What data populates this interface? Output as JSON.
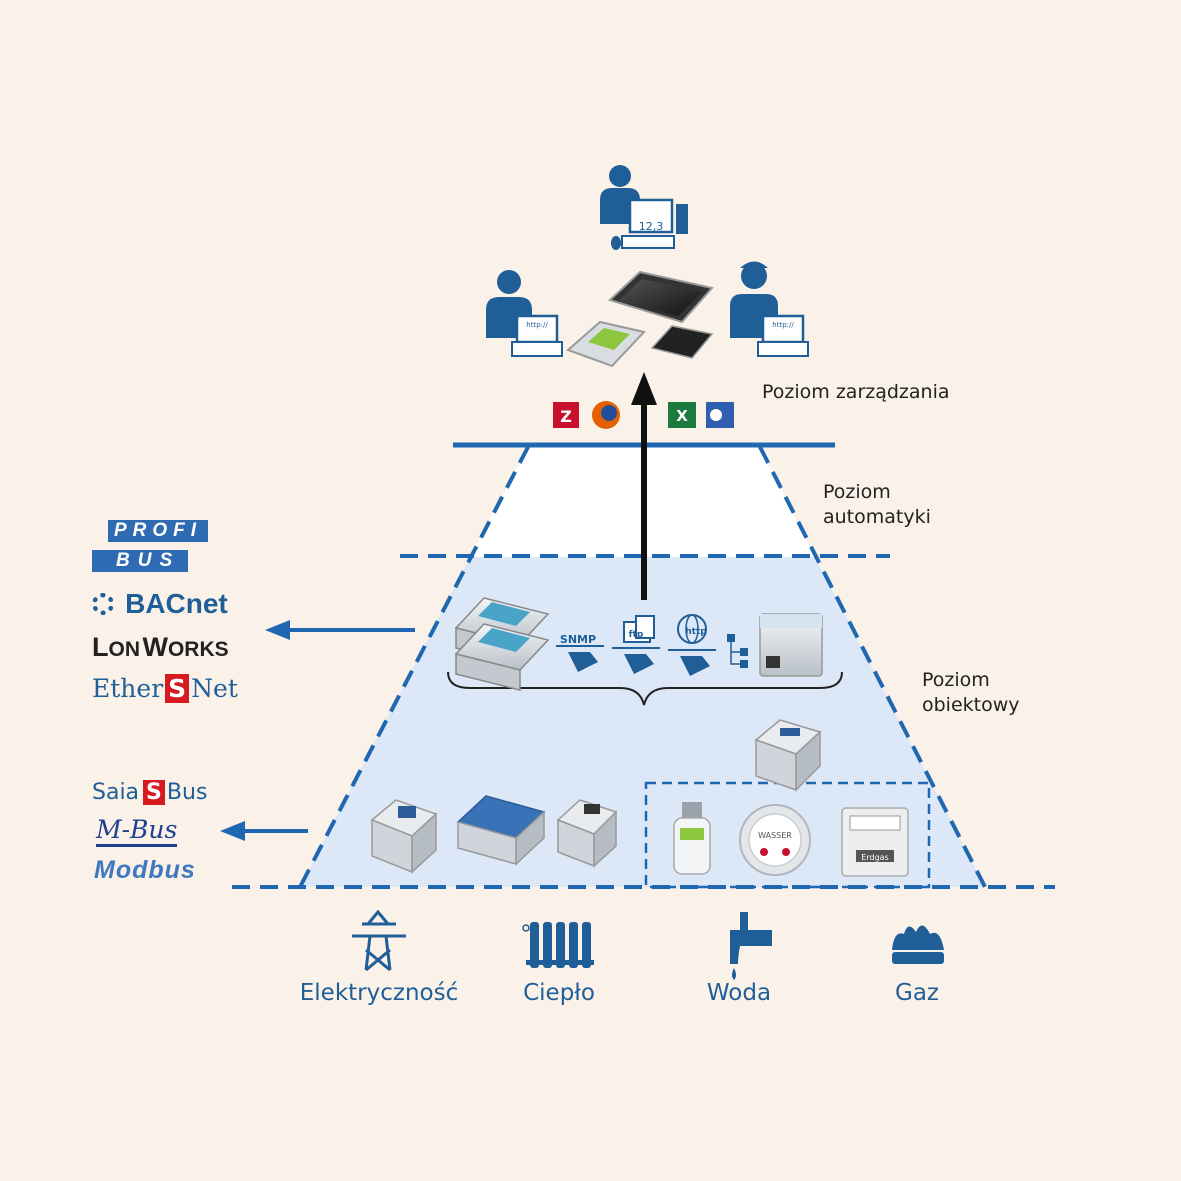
{
  "levels": {
    "management": "Poziom zarządzania",
    "automation_line1": "Poziom",
    "automation_line2": "automatyki",
    "field_line1": "Poziom",
    "field_line2": "obiektowy"
  },
  "protocols_upper": {
    "profibus_top": "PROFI",
    "profibus_bottom": "BUS",
    "bacnet": "BACnet",
    "lonworks_a": "L",
    "lonworks_b": "ON",
    "lonworks_c": "W",
    "lonworks_d": "ORKS",
    "ethersnet_a": "Ether",
    "ethersnet_b": "S",
    "ethersnet_c": "Net"
  },
  "protocols_lower": {
    "saia_a": "Saia",
    "saia_b": "S",
    "saia_c": "Bus",
    "mbus": "M-Bus",
    "modbus": "Modbus"
  },
  "services": {
    "snmp": "SNMP",
    "ftp": "ftp",
    "http": "http"
  },
  "devices": {
    "calc_value": "12,3",
    "browser_url": "http://",
    "meter_water": "WASSER",
    "meter_gas": "Erdgas"
  },
  "resources": {
    "electricity": "Elektryczność",
    "heat": "Ciepło",
    "water": "Woda",
    "gas": "Gaz"
  },
  "colors": {
    "accent": "#1f68b1",
    "dark_blue": "#1f5e97",
    "background": "#faf1e8",
    "pyramid_fill": "#dce8f7"
  }
}
